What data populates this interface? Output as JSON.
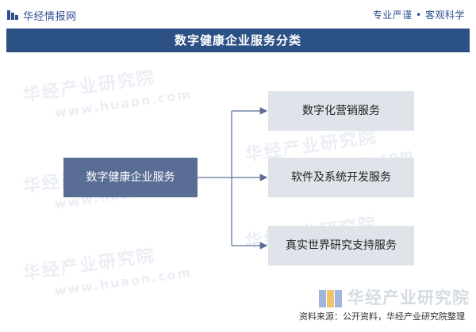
{
  "header": {
    "brand": "华经情报网",
    "slogan": "专业严谨 • 客观科学"
  },
  "title": "数字健康企业服务分类",
  "diagram": {
    "root": "数字健康企业服务",
    "children": [
      "数字化营销服务",
      "软件及系统开发服务",
      "真实世界研究支持服务"
    ]
  },
  "watermark": {
    "text": "华经产业研究院",
    "url": "www.huaon.com"
  },
  "footer": {
    "brand": "华经产业研究院",
    "source": "资料来源：公开资料，华经产业研究院整理"
  },
  "colors": {
    "header_band": "#2c5185",
    "root_node": "#5a6e95",
    "leaf_node": "#dfe3ea",
    "connector": "#5a6e95",
    "brand_text": "#2f4f8f"
  }
}
